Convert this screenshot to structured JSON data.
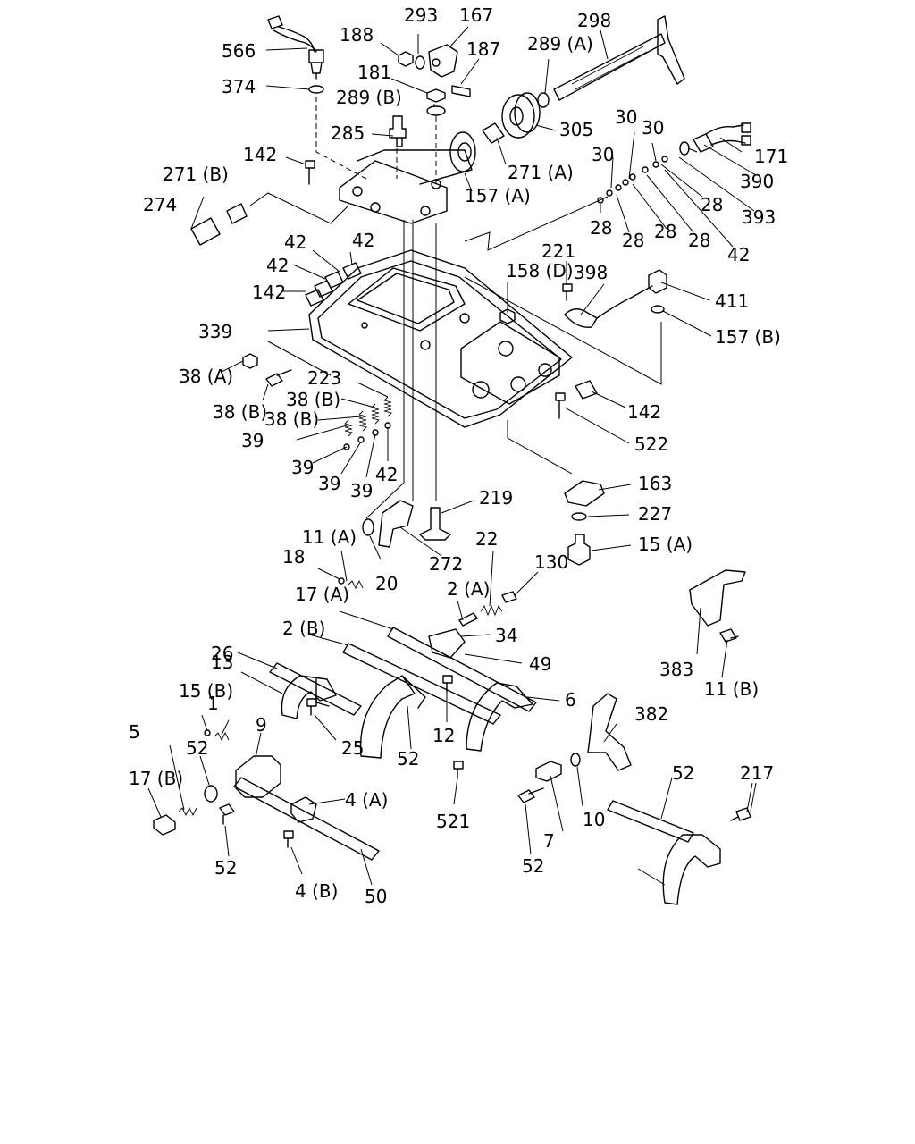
{
  "diagram": {
    "labels": [
      "566",
      "188",
      "293",
      "167",
      "298",
      "187",
      "289 (A)",
      "374",
      "181",
      "289 (B)",
      "305",
      "285",
      "271 (A)",
      "142",
      "271 (B)",
      "157 (A)",
      "274",
      "30",
      "30",
      "30",
      "171",
      "390",
      "28",
      "393",
      "28",
      "28",
      "28",
      "28",
      "42",
      "42",
      "42",
      "42",
      "142",
      "221",
      "158 (D)",
      "398",
      "411",
      "157 (B)",
      "339",
      "38 (A)",
      "223",
      "38 (B)",
      "38 (B)",
      "38 (B)",
      "39",
      "39",
      "39",
      "39",
      "42",
      "142",
      "522",
      "163",
      "219",
      "227",
      "15 (A)",
      "11 (A)",
      "22",
      "130",
      "272",
      "20",
      "18",
      "2 (A)",
      "17 (A)",
      "34",
      "26",
      "2 (B)",
      "49",
      "13",
      "15 (B)",
      "1",
      "6",
      "382",
      "383",
      "11 (B)",
      "5",
      "9",
      "52",
      "25",
      "52",
      "12",
      "17 (B)",
      "4 (A)",
      "52",
      "217",
      "52",
      "521",
      "7",
      "10",
      "52",
      "4 (B)",
      "50"
    ]
  }
}
